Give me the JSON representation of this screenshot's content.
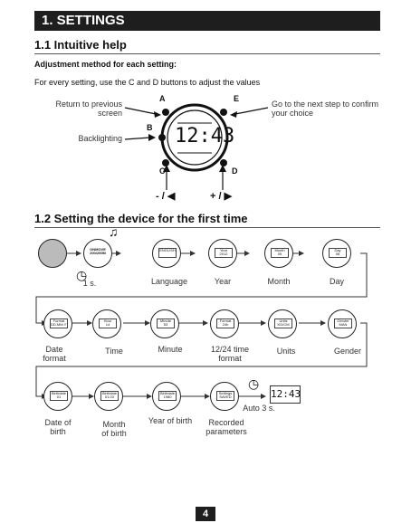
{
  "section_title": "1.  SETTINGS",
  "sub1_title": "1.1 Intuitive help",
  "adjust_heading": "Adjustment method for each setting:",
  "adjust_text": "For every setting, use the C and D buttons to adjust the values",
  "diagram1": {
    "label_return": "Return to previous\nscreen",
    "label_backlighting": "Backlighting",
    "label_next": "Go to the next step to confirm\nyour choice",
    "key_a": "A",
    "key_b": "B",
    "key_c": "C",
    "key_d": "D",
    "key_e": "E",
    "display_time": "12:43",
    "minus_sym": "- / ",
    "plus_sym": "+ / "
  },
  "sub2_title": "1.2 Setting the device for the first time",
  "row1": {
    "startup_text": "ONMOVE\n200/200M",
    "wait": "1 s.",
    "labels": [
      "Language",
      "Year",
      "Month",
      "Day"
    ],
    "screens": [
      "ENGLISH",
      "Year\n2012",
      "Month\n05",
      "Day\n08"
    ]
  },
  "row2": {
    "labels": [
      "Date\nformat",
      "Time",
      "Minute",
      "12/24 time\nformat",
      "Units",
      "Gender"
    ],
    "screens": [
      "Format\nDD.MM.YY",
      "Hour\n14",
      "Minute\n53",
      "Format\n24h",
      "Units\nKG/CM",
      "Gender\nMAN"
    ]
  },
  "row3": {
    "labels": [
      "Date of\nbirth",
      "Month\nof birth",
      "Year of birth",
      "Recorded\nparameters"
    ],
    "screens": [
      "Birthdate\n01",
      "Birthdate\n01.03",
      "Birthdate\n1980",
      "Settings\nSAVED"
    ],
    "auto_text": "Auto 3 s.",
    "final_display": "12:43"
  },
  "page_number": "4"
}
